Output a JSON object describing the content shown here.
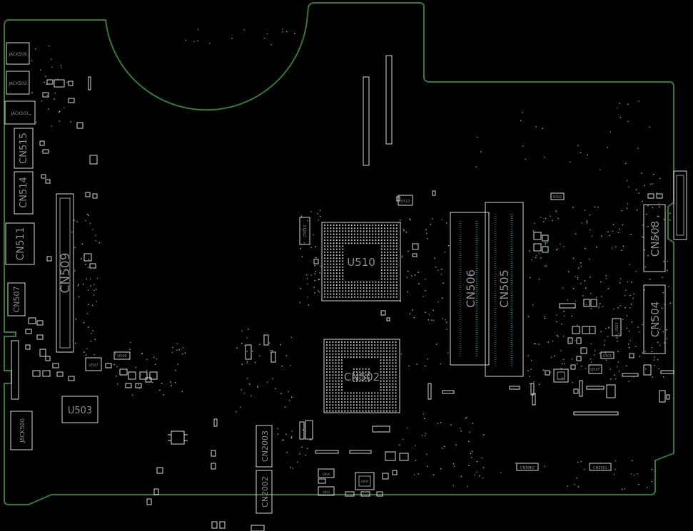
{
  "board": {
    "outline_color": "#2f7d32",
    "background": "#000000",
    "silkscreen_color": "#d8d8d8",
    "via_color": "#1f9aa6"
  },
  "labels": {
    "jack509": "JACK509",
    "jack502": "JACK502",
    "jack501": "JACK501",
    "jack500": "JACK500",
    "cn515": "CN515",
    "cn514": "CN514",
    "cn511": "CN511",
    "cn509": "CN509",
    "cn507": "CN507",
    "cn506": "CN506",
    "cn505": "CN505",
    "cn508": "CN508",
    "cn504": "CN504",
    "cn502": "CN502",
    "cn2003": "CN2003",
    "cn2002": "CN2002",
    "cn3002": "CN3002",
    "cn3001": "CN3001",
    "cn510": "CN510",
    "u510": "U510",
    "u503": "U503",
    "u507": "U507",
    "u506": "U506",
    "u512": "U512",
    "x502": "X502",
    "x501": "X501",
    "u503b": "U503",
    "q507": "Q507",
    "u900": "U900",
    "q900": "Q900",
    "q901": "Q901"
  }
}
